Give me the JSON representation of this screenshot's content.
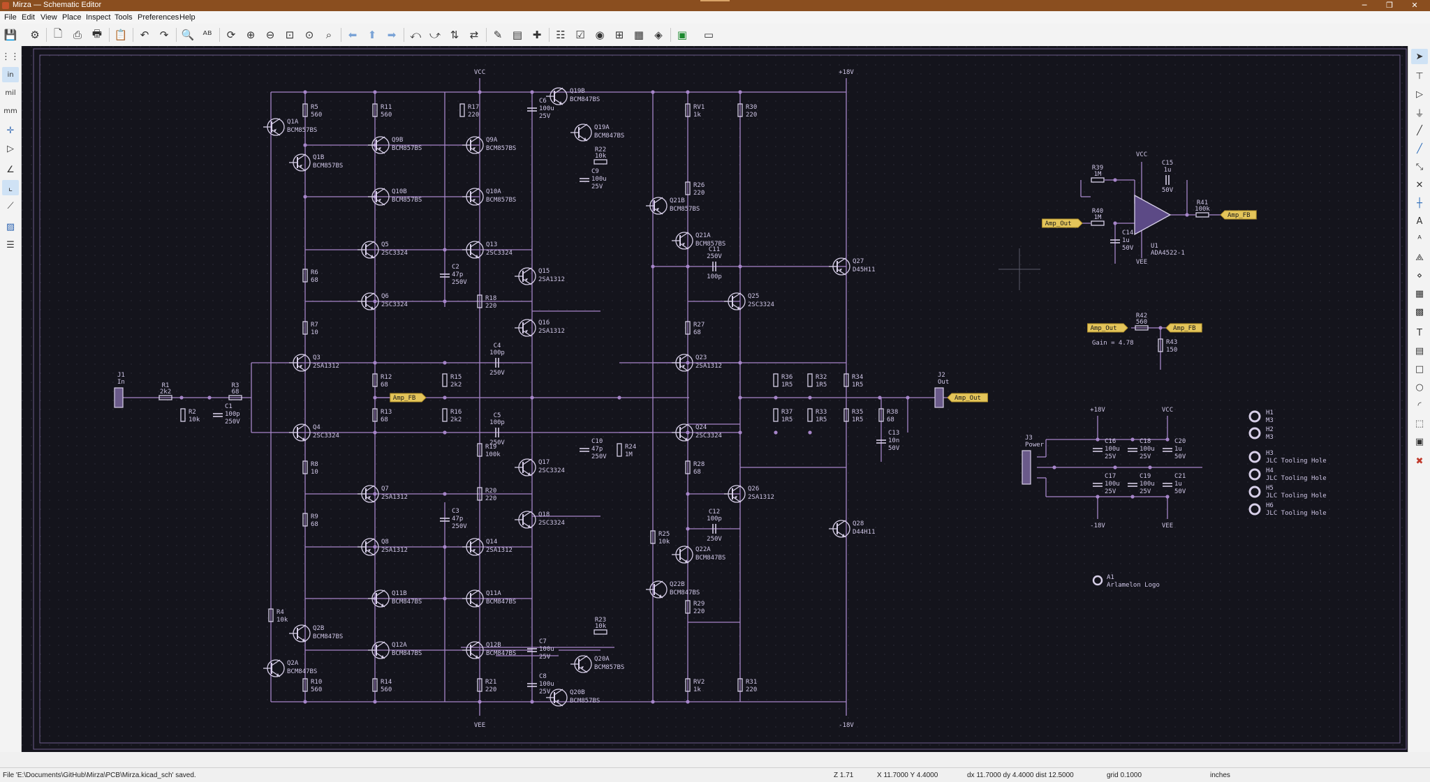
{
  "window": {
    "title": "Mirza — Schematic Editor",
    "controls": {
      "minimize": "─",
      "maximize": "❐",
      "close": "✕"
    }
  },
  "menu": [
    "File",
    "Edit",
    "View",
    "Place",
    "Inspect",
    "Tools",
    "Preferences",
    "Help"
  ],
  "units": {
    "in": "in",
    "mil": "mil",
    "mm": "mm"
  },
  "theme": {
    "wire": "#a685c9",
    "comp": "#d7cfe8",
    "ref": "#cfc6e6",
    "value": "#cfc6e6",
    "pin": "#46a046",
    "label_fill": "#e4c55a",
    "label_text": "#1a1a1a",
    "canvas_bg": "#14141c",
    "title_bar": "#8a4e1f"
  },
  "schematic": {
    "power": {
      "vcc": "VCC",
      "vee": "VEE",
      "p18": "+18V",
      "n18": "-18V"
    },
    "resistors": {
      "R5": "560",
      "R11": "560",
      "R17": "220",
      "R30": "220",
      "RV1": "1k",
      "R26": "220",
      "R6": "68",
      "R18": "220",
      "R27": "68",
      "R7": "10",
      "R12": "68",
      "R15": "2k2",
      "R13": "68",
      "R16": "2k2",
      "R19": "100k",
      "R24": "1M",
      "R28": "68",
      "R8": "10",
      "R20": "220",
      "R9": "68",
      "R25": "10k",
      "R4": "10k",
      "R29": "220",
      "R10": "560",
      "R14": "560",
      "R21": "220",
      "RV2": "1k",
      "R31": "220",
      "R22": "10k",
      "R23": "10k",
      "R36": "1R5",
      "R32": "1R5",
      "R34": "1R5",
      "R37": "1R5",
      "R33": "1R5",
      "R35": "1R5",
      "R38": "68",
      "R1": "2k2",
      "R2": "10k",
      "R3": "68",
      "R39": "1M",
      "R40": "1M",
      "R41": "100k",
      "R42": "560",
      "R43": "150"
    },
    "capacitors": {
      "C6": [
        "100u",
        "25V"
      ],
      "C9": [
        "100u",
        "25V"
      ],
      "C2": [
        "47p",
        "250V"
      ],
      "C4": [
        "100p",
        "250V"
      ],
      "C5": [
        "100p",
        "250V"
      ],
      "C10": [
        "47p",
        "250V"
      ],
      "C3": [
        "47p",
        "250V"
      ],
      "C11": [
        "250V",
        "100p"
      ],
      "C12": [
        "100p",
        "250V"
      ],
      "C7": [
        "100u",
        "25V"
      ],
      "C8": [
        "100u",
        "25V"
      ],
      "C1": [
        "100p",
        "250V"
      ],
      "C13": [
        "10n",
        "50V"
      ],
      "C15": [
        "1u",
        "50V"
      ],
      "C14": [
        "1u",
        "50V"
      ],
      "C16": [
        "100u",
        "25V"
      ],
      "C18": [
        "100u",
        "25V"
      ],
      "C17": [
        "100u",
        "25V"
      ],
      "C19": [
        "100u",
        "25V"
      ],
      "C20": [
        "1u",
        "50V"
      ],
      "C21": [
        "1u",
        "50V"
      ]
    },
    "transistors": {
      "Q1A": "BCM857BS",
      "Q1B": "BCM857BS",
      "Q9B": "BCM857BS",
      "Q9A": "BCM857BS",
      "Q10B": "BCM857BS",
      "Q10A": "BCM857BS",
      "Q19B": "BCM847BS",
      "Q19A": "BCM847BS",
      "Q5": "2SC3324",
      "Q13": "2SC3324",
      "Q15": "2SA1312",
      "Q6": "2SC3324",
      "Q16": "2SA1312",
      "Q3": "2SA1312",
      "Q4": "2SC3324",
      "Q17": "2SC3324",
      "Q7": "2SA1312",
      "Q18": "2SC3324",
      "Q8": "2SA1312",
      "Q14": "2SA1312",
      "Q11B": "BCM847BS",
      "Q11A": "BCM847BS",
      "Q12A": "BCM847BS",
      "Q12B": "BCM847BS",
      "Q2B": "BCM847BS",
      "Q2A": "BCM847BS",
      "Q20A": "BCM857BS",
      "Q20B": "BCM857BS",
      "Q21B": "BCM857BS",
      "Q21A": "BCM857BS",
      "Q25": "2SC3324",
      "Q23": "2SA1312",
      "Q24": "2SC3324",
      "Q26": "2SA1312",
      "Q22A": "BCM847BS",
      "Q22B": "BCM847BS",
      "Q27": "D45H11",
      "Q28": "D44H11"
    },
    "connectors": {
      "J1": {
        "ref": "J1",
        "value": "In"
      },
      "J2": {
        "ref": "J2",
        "value": "Out"
      },
      "J3": {
        "ref": "J3",
        "value": "Power"
      }
    },
    "opamp": {
      "ref": "U1",
      "value": "ADA4522-1"
    },
    "labels": {
      "amp_fb": "Amp_FB",
      "amp_out": "Amp_Out"
    },
    "gain": "Gain = 4.78",
    "holes": [
      {
        "ref": "H1",
        "value": "M3"
      },
      {
        "ref": "H2",
        "value": "M3"
      },
      {
        "ref": "H3",
        "value": "JLC Tooling Hole"
      },
      {
        "ref": "H4",
        "value": "JLC Tooling Hole"
      },
      {
        "ref": "H5",
        "value": "JLC Tooling Hole"
      },
      {
        "ref": "H6",
        "value": "JLC Tooling Hole"
      }
    ],
    "logo": {
      "ref": "A1",
      "value": "Arlamelon Logo"
    }
  },
  "status": {
    "message": "File 'E:\\Documents\\GitHub\\Mirza\\PCB\\Mirza.kicad_sch' saved.",
    "zoom": "Z 1.71",
    "coords": "X 11.7000  Y 4.4000",
    "delta": "dx 11.7000  dy 4.4000  dist 12.5000",
    "grid": "grid 0.1000",
    "units": "inches"
  }
}
